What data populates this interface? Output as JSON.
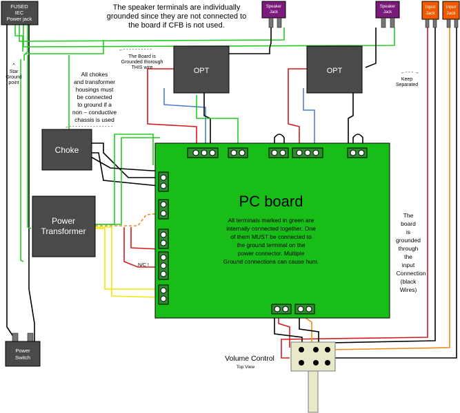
{
  "title_note": {
    "line1": "The speaker terminals are individually",
    "line2": "grounded since they are not connected to",
    "line3": "the board if CFB is not used."
  },
  "components": {
    "iec_jack": {
      "line1": "FUSED",
      "line2": "IEC",
      "line3": "Power jack"
    },
    "speaker_jack_1": {
      "line1": "Speaker",
      "line2": "Jack"
    },
    "speaker_jack_2": {
      "line1": "Speaker",
      "line2": "Jack"
    },
    "input_jack_1": {
      "line1": "Input",
      "line2": "Jack"
    },
    "input_jack_2": {
      "line1": "Input",
      "line2": "Jack"
    },
    "opt_1": "OPT",
    "opt_2": "OPT",
    "choke": "Choke",
    "power_transformer": {
      "line1": "Power",
      "line2": "Transformer"
    },
    "power_switch": {
      "line1": "Power",
      "line2": "Switch"
    },
    "pc_board": "PC board",
    "volume_control": {
      "label": "Volume Control",
      "sub": "Top View"
    }
  },
  "annotations": {
    "star_ground": {
      "caret": "^",
      "line1": "Star",
      "line2": "Ground",
      "line3": "point"
    },
    "board_grounded": {
      "arrow": "←- - - - - - - - - -",
      "line1": "The Board is",
      "line2": "Grounded thorough",
      "line3": "THIS wire"
    },
    "keep_separated": {
      "arrow": "←- - - →",
      "line1": "Keep",
      "line2": "Separated"
    },
    "chokes_note": [
      "All chokes",
      "and transformer",
      "housings must",
      "be connected",
      "to ground if a",
      "non – conductive",
      "chassis is used"
    ],
    "chokes_arrow": "←- - - - - - - - - - - - - - -",
    "board_green_note": [
      "All terminals marked in green are",
      "internally connected together. One",
      "of them MUST be connected to",
      "the ground terminal on the",
      "power connector. Multiple",
      "Ground connections can cause hum."
    ],
    "nc_label": "N/C !",
    "right_note": [
      "The",
      "board",
      "is",
      "grounded",
      "through",
      "the",
      "input",
      "Connection",
      "(black",
      "Wires)"
    ]
  },
  "colors": {
    "board": "#18bd18",
    "block": "#4a4a4a",
    "speaker_jack": "#7a1a7a",
    "input_jack": "#f25a00",
    "strip": "#2e8b2e",
    "pot_body": "#e8e9c8"
  }
}
